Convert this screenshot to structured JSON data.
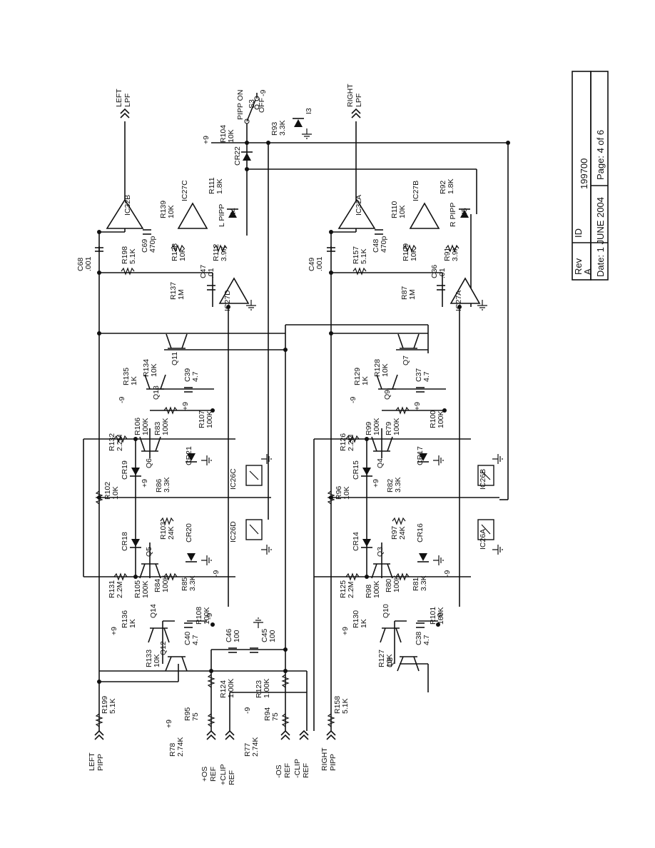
{
  "title_block": {
    "rev_label": "Rev",
    "rev_value": "A",
    "id_label": "ID",
    "id_value": "199700",
    "date": "Date: 1 JUNE 2004",
    "page": "Page: 4 of 6"
  },
  "connectors": {
    "left_pipp": [
      "LEFT",
      "PIPP"
    ],
    "right_pipp": [
      "RIGHT",
      "PIPP"
    ],
    "left_lpf": [
      "LEFT",
      "LPF"
    ],
    "right_lpf": [
      "RIGHT",
      "LPF"
    ],
    "pos_os_ref": [
      "+OS",
      "REF"
    ],
    "pos_clip_ref": [
      "+CLIP",
      "REF"
    ],
    "neg_os_ref": [
      "-OS",
      "REF"
    ],
    "neg_clip_ref": [
      "-CLIP",
      "REF"
    ]
  },
  "switch": {
    "name": "S3",
    "on": "PIPP ON",
    "off": "OFF"
  },
  "rails": {
    "pos": "+9",
    "neg": "-9"
  },
  "components": [
    {
      "ref": "R199",
      "val": "5.1K"
    },
    {
      "ref": "R95",
      "val": "75"
    },
    {
      "ref": "R78",
      "val": "2.74K"
    },
    {
      "ref": "R94",
      "val": "75"
    },
    {
      "ref": "R77",
      "val": "2.74K"
    },
    {
      "ref": "R124",
      "val": "1.00K"
    },
    {
      "ref": "R123",
      "val": "1.00K"
    },
    {
      "ref": "C46",
      "val": "100"
    },
    {
      "ref": "C45",
      "val": "100"
    },
    {
      "ref": "Q12",
      "val": ""
    },
    {
      "ref": "R133",
      "val": "10K"
    },
    {
      "ref": "Q14",
      "val": ""
    },
    {
      "ref": "R136",
      "val": "1K"
    },
    {
      "ref": "C40",
      "val": "4.7"
    },
    {
      "ref": "R108",
      "val": "100K"
    },
    {
      "ref": "R131",
      "val": "2.2M"
    },
    {
      "ref": "R105",
      "val": "100K"
    },
    {
      "ref": "R84",
      "val": "100K"
    },
    {
      "ref": "R85",
      "val": "3.3K"
    },
    {
      "ref": "Q5",
      "val": ""
    },
    {
      "ref": "CR18",
      "val": ""
    },
    {
      "ref": "CR20",
      "val": ""
    },
    {
      "ref": "R103",
      "val": "24K"
    },
    {
      "ref": "IC26D",
      "val": ""
    },
    {
      "ref": "IC26C",
      "val": ""
    },
    {
      "ref": "R102",
      "val": "10K"
    },
    {
      "ref": "CR19",
      "val": ""
    },
    {
      "ref": "R86",
      "val": "3.3K"
    },
    {
      "ref": "Q6",
      "val": ""
    },
    {
      "ref": "CR21",
      "val": ""
    },
    {
      "ref": "R132",
      "val": "2.2M"
    },
    {
      "ref": "R106",
      "val": "100K"
    },
    {
      "ref": "R83",
      "val": "100K"
    },
    {
      "ref": "R107",
      "val": "100K"
    },
    {
      "ref": "Q13",
      "val": ""
    },
    {
      "ref": "R135",
      "val": "1K"
    },
    {
      "ref": "R134",
      "val": "10K"
    },
    {
      "ref": "C39",
      "val": "4.7"
    },
    {
      "ref": "Q11",
      "val": ""
    },
    {
      "ref": "R137",
      "val": "1M"
    },
    {
      "ref": "C47",
      "val": ".01"
    },
    {
      "ref": "IC27D",
      "val": ""
    },
    {
      "ref": "R138",
      "val": "10K"
    },
    {
      "ref": "R112",
      "val": "3.9K"
    },
    {
      "ref": "I4",
      "val": ""
    },
    {
      "ref": "IC27C",
      "val": ""
    },
    {
      "ref": "R139",
      "val": "10K"
    },
    {
      "ref": "R111",
      "val": "1.8K"
    },
    {
      "ref": "CR22",
      "val": ""
    },
    {
      "ref": "R104",
      "val": "10K"
    },
    {
      "ref": "R93",
      "val": "3.3K"
    },
    {
      "ref": "I3",
      "val": ""
    },
    {
      "ref": "C68",
      "val": ".001"
    },
    {
      "ref": "R198",
      "val": "5.1K"
    },
    {
      "ref": "C69",
      "val": "470p"
    },
    {
      "ref": "IC32B",
      "val": ""
    },
    {
      "ref": "R158",
      "val": "5.1K"
    },
    {
      "ref": "Q8",
      "val": ""
    },
    {
      "ref": "R127",
      "val": "10K"
    },
    {
      "ref": "C38",
      "val": "4.7"
    },
    {
      "ref": "Q10",
      "val": ""
    },
    {
      "ref": "R130",
      "val": "1K"
    },
    {
      "ref": "R101",
      "val": "100K"
    },
    {
      "ref": "R125",
      "val": "2.2M"
    },
    {
      "ref": "R98",
      "val": "100K"
    },
    {
      "ref": "R80",
      "val": "100K"
    },
    {
      "ref": "R81",
      "val": "3.3K"
    },
    {
      "ref": "Q3",
      "val": ""
    },
    {
      "ref": "CR14",
      "val": ""
    },
    {
      "ref": "CR16",
      "val": ""
    },
    {
      "ref": "R97",
      "val": "24K"
    },
    {
      "ref": "IC26A",
      "val": ""
    },
    {
      "ref": "IC26B",
      "val": ""
    },
    {
      "ref": "R96",
      "val": "10K"
    },
    {
      "ref": "CR15",
      "val": ""
    },
    {
      "ref": "R82",
      "val": "3.3K"
    },
    {
      "ref": "Q4",
      "val": ""
    },
    {
      "ref": "CR17",
      "val": ""
    },
    {
      "ref": "R126",
      "val": "2.2M"
    },
    {
      "ref": "R99",
      "val": "100K"
    },
    {
      "ref": "R79",
      "val": "100K"
    },
    {
      "ref": "R100",
      "val": "100K"
    },
    {
      "ref": "Q9",
      "val": ""
    },
    {
      "ref": "R129",
      "val": "1K"
    },
    {
      "ref": "R128",
      "val": "10K"
    },
    {
      "ref": "C37",
      "val": "4.7"
    },
    {
      "ref": "Q7",
      "val": ""
    },
    {
      "ref": "R87",
      "val": "1M"
    },
    {
      "ref": "C36",
      "val": ".01"
    },
    {
      "ref": "IC27A",
      "val": ""
    },
    {
      "ref": "R109",
      "val": "10K"
    },
    {
      "ref": "R91",
      "val": "3.9K"
    },
    {
      "ref": "I5",
      "val": ""
    },
    {
      "ref": "IC27B",
      "val": ""
    },
    {
      "ref": "R110",
      "val": "10K"
    },
    {
      "ref": "R92",
      "val": "1.8K"
    },
    {
      "ref": "C49",
      "val": ".001"
    },
    {
      "ref": "R157",
      "val": "5.1K"
    },
    {
      "ref": "C48",
      "val": "470p"
    },
    {
      "ref": "IC32A",
      "val": ""
    }
  ],
  "labels": {
    "l_pipp": "L PIPP",
    "r_pipp": "R PIPP"
  }
}
